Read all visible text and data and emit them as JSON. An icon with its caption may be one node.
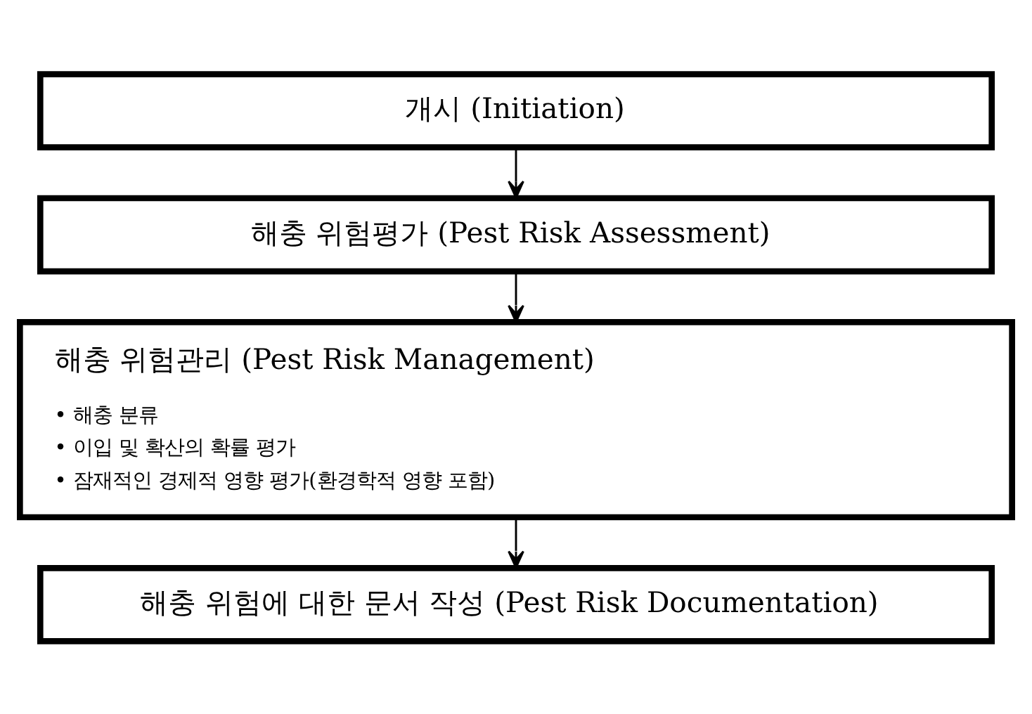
{
  "diagram": {
    "nodes": [
      {
        "text": [
          "개시 (Initiation)"
        ]
      },
      {
        "text": [
          "해충 위험평가 (Pest Risk Assessment)"
        ]
      },
      {
        "text": [
          "해충 위험관리 (Pest Risk Management)",
          "• 해충 분류",
          "• 이입 및 확산의 확률 평가",
          "• 잠재적인 경제적 영향 평가(환경학적 영향 포함)"
        ]
      },
      {
        "text": [
          "해충 위험에 대한 문서 작성 (Pest Risk Documentation)"
        ]
      }
    ],
    "edges": [
      {
        "from": 0,
        "to": 1,
        "arrow": "to"
      },
      {
        "from": 1,
        "to": 2,
        "arrow": "to"
      },
      {
        "from": 2,
        "to": 3,
        "arrow": "to"
      }
    ]
  }
}
